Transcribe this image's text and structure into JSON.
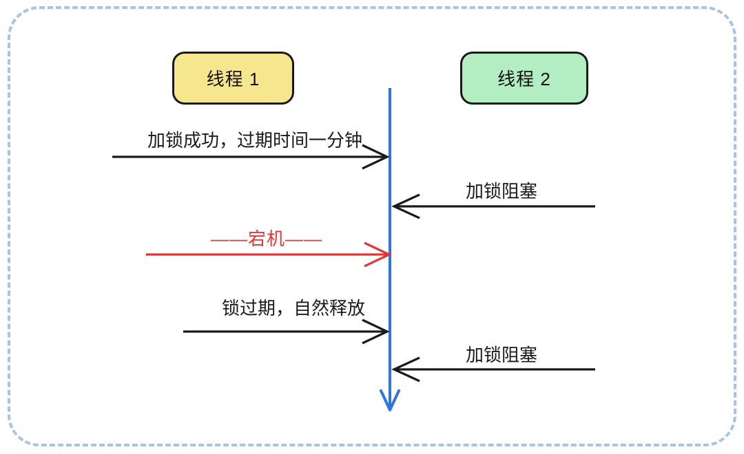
{
  "diagram": {
    "type": "sequence",
    "actors": [
      {
        "label": "线程 1",
        "fill": "#f6e68e"
      },
      {
        "label": "线程 2",
        "fill": "#b3edc2"
      }
    ],
    "messages": [
      {
        "label": "加锁成功，过期时间一分钟",
        "direction": "left-to-right",
        "color": "#1a1a1a"
      },
      {
        "label": "加锁阻塞",
        "direction": "right-to-left",
        "color": "#1a1a1a"
      },
      {
        "label": "——宕机——",
        "direction": "left-to-right",
        "color": "#e23636"
      },
      {
        "label": "锁过期，自然释放",
        "direction": "left-to-right",
        "color": "#1a1a1a"
      },
      {
        "label": "加锁阻塞",
        "direction": "right-to-left",
        "color": "#1a1a1a"
      }
    ],
    "colors": {
      "frame_border": "#a9c4e2",
      "arrow_black": "#1a1a1a",
      "crash_red": "#e23636",
      "lifeline_blue": "#2e76d9",
      "actor1_fill": "#f6e68e",
      "actor2_fill": "#b3edc2",
      "actor_border": "#181818",
      "background": "#ffffff"
    }
  }
}
